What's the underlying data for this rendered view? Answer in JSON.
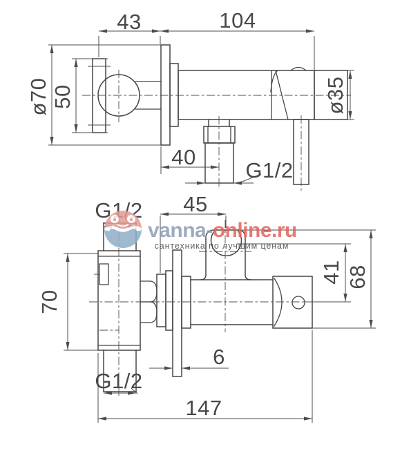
{
  "diagram": {
    "side_view": {
      "dims": {
        "width_43": "43",
        "width_104": "104",
        "plate_diameter": "ø70",
        "handle_height": "50",
        "body_diameter": "ø35",
        "outlet_offset": "40",
        "outlet_thread": "G1/2"
      }
    },
    "front_view": {
      "dims": {
        "inlet_thread_top": "G1/2",
        "holder_offset": "45",
        "body_height": "70",
        "holder_to_axis": "41",
        "overall_height": "68",
        "plate_thickness": "6",
        "inlet_thread_bottom": "G1/2",
        "overall_width": "147"
      }
    }
  },
  "watermark": {
    "site_prefix": "vanna-",
    "site_suffix": "online.ru",
    "tagline": "сантехника по лучшим ценам",
    "colors": {
      "prefix": "#8d9cb3",
      "suffix": "#e2635c",
      "tagline": "#c7a8a3",
      "logo_top": "#e59a93",
      "logo_bottom": "#8fafc6"
    }
  },
  "colors": {
    "line": "#454545",
    "background": "#ffffff"
  }
}
